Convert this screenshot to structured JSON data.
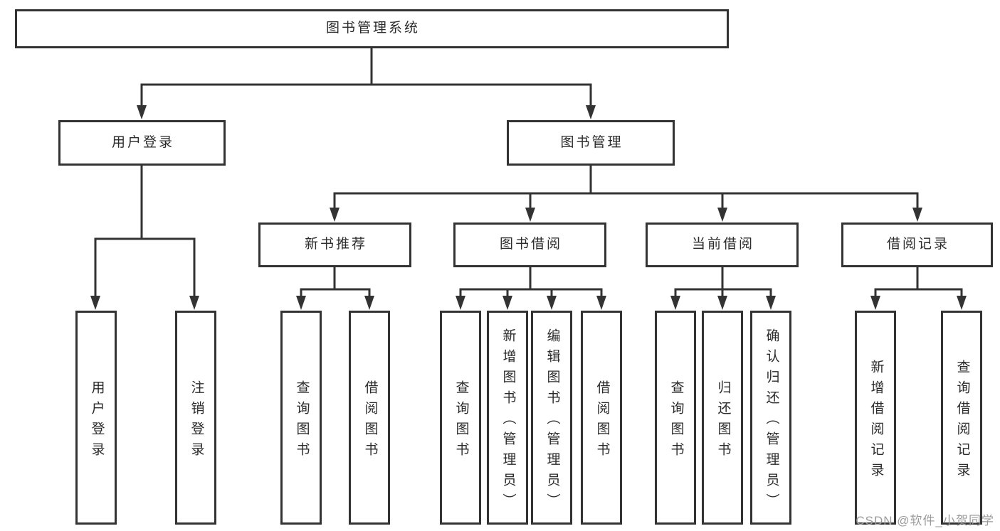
{
  "colors": {
    "line": "#333333",
    "box_border": "#333333",
    "text": "#2b2b2b",
    "background": "#ffffff",
    "watermark": "#9b9b9b"
  },
  "nodes": {
    "root": {
      "label": "图书管理系统"
    },
    "level2": [
      {
        "label": "用户登录"
      },
      {
        "label": "图书管理"
      }
    ],
    "level3": [
      {
        "label": "新书推荐"
      },
      {
        "label": "图书借阅"
      },
      {
        "label": "当前借阅"
      },
      {
        "label": "借阅记录"
      }
    ],
    "leaves": [
      {
        "label": "用户登录"
      },
      {
        "label": "注销登录"
      },
      {
        "label": "查询图书"
      },
      {
        "label": "借阅图书"
      },
      {
        "label": "查询图书"
      },
      {
        "label": "新增图书（管理员）"
      },
      {
        "label": "编辑图书（管理员）"
      },
      {
        "label": "借阅图书"
      },
      {
        "label": "查询图书"
      },
      {
        "label": "归还图书"
      },
      {
        "label": "确认归还（管理员）"
      },
      {
        "label": "新增借阅记录"
      },
      {
        "label": "查询借阅记录"
      }
    ]
  },
  "watermark": {
    "text": "CSDN @软件_小贺同学"
  }
}
